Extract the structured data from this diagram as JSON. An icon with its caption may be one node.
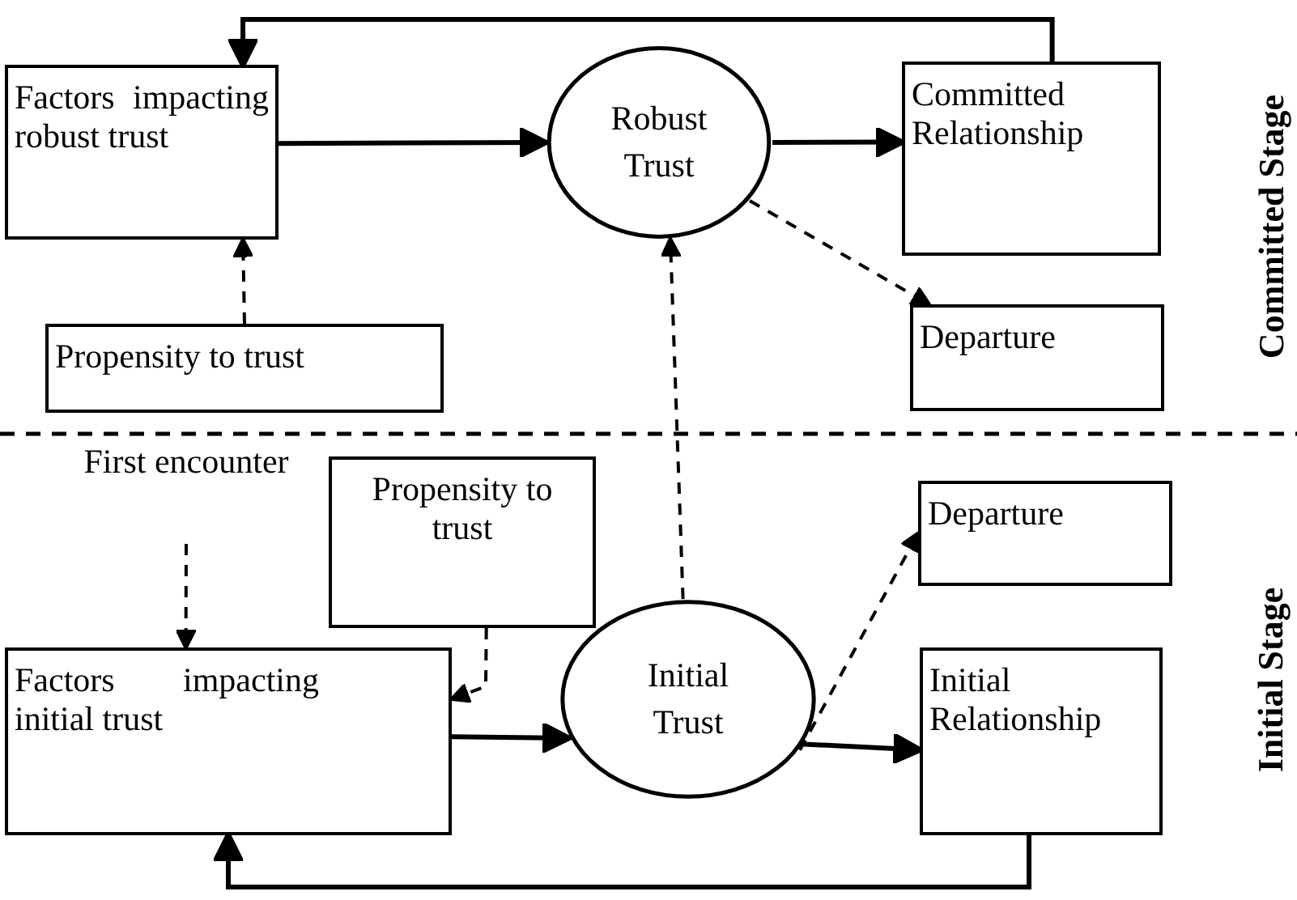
{
  "diagram": {
    "nodes": [
      {
        "text": [
          "Factors impacting robust trust"
        ]
      },
      {
        "text": [
          "Robust Trust"
        ]
      },
      {
        "text": [
          "Committed Relationship"
        ]
      },
      {
        "text": [
          "Propensity to trust"
        ]
      },
      {
        "text": [
          "Departure"
        ]
      },
      {
        "text": [
          "First encounter"
        ]
      },
      {
        "text": [
          "Propensity to trust"
        ]
      },
      {
        "text": [
          "Departure"
        ]
      },
      {
        "text": [
          "Factors impacting initial trust"
        ]
      },
      {
        "text": [
          "Initial Trust"
        ]
      },
      {
        "text": [
          "Initial Relationship"
        ]
      }
    ],
    "edges": [
      {
        "from": 0,
        "to": 1,
        "arrow": "to"
      },
      {
        "from": 1,
        "to": 2,
        "arrow": "to"
      },
      {
        "from": 1,
        "to": 4,
        "arrow": "to",
        "style": "dashed"
      },
      {
        "from": 3,
        "to": 0,
        "arrow": "to",
        "style": "dashed"
      },
      {
        "from": 2,
        "to": 0,
        "arrow": "to"
      },
      {
        "from": 5,
        "to": 8,
        "arrow": "to",
        "style": "dashed"
      },
      {
        "from": 6,
        "to": 8,
        "arrow": "to",
        "style": "dashed"
      },
      {
        "from": 8,
        "to": 9,
        "arrow": "to"
      },
      {
        "from": 9,
        "to": 1,
        "arrow": "to",
        "style": "dashed"
      },
      {
        "from": 9,
        "to": 7,
        "arrow": "to",
        "style": "dashed"
      },
      {
        "from": 9,
        "to": 10,
        "arrow": "to"
      },
      {
        "from": 10,
        "to": 8,
        "arrow": "to"
      }
    ],
    "labels": [
      "Committed Stage",
      "Initial Stage"
    ]
  }
}
